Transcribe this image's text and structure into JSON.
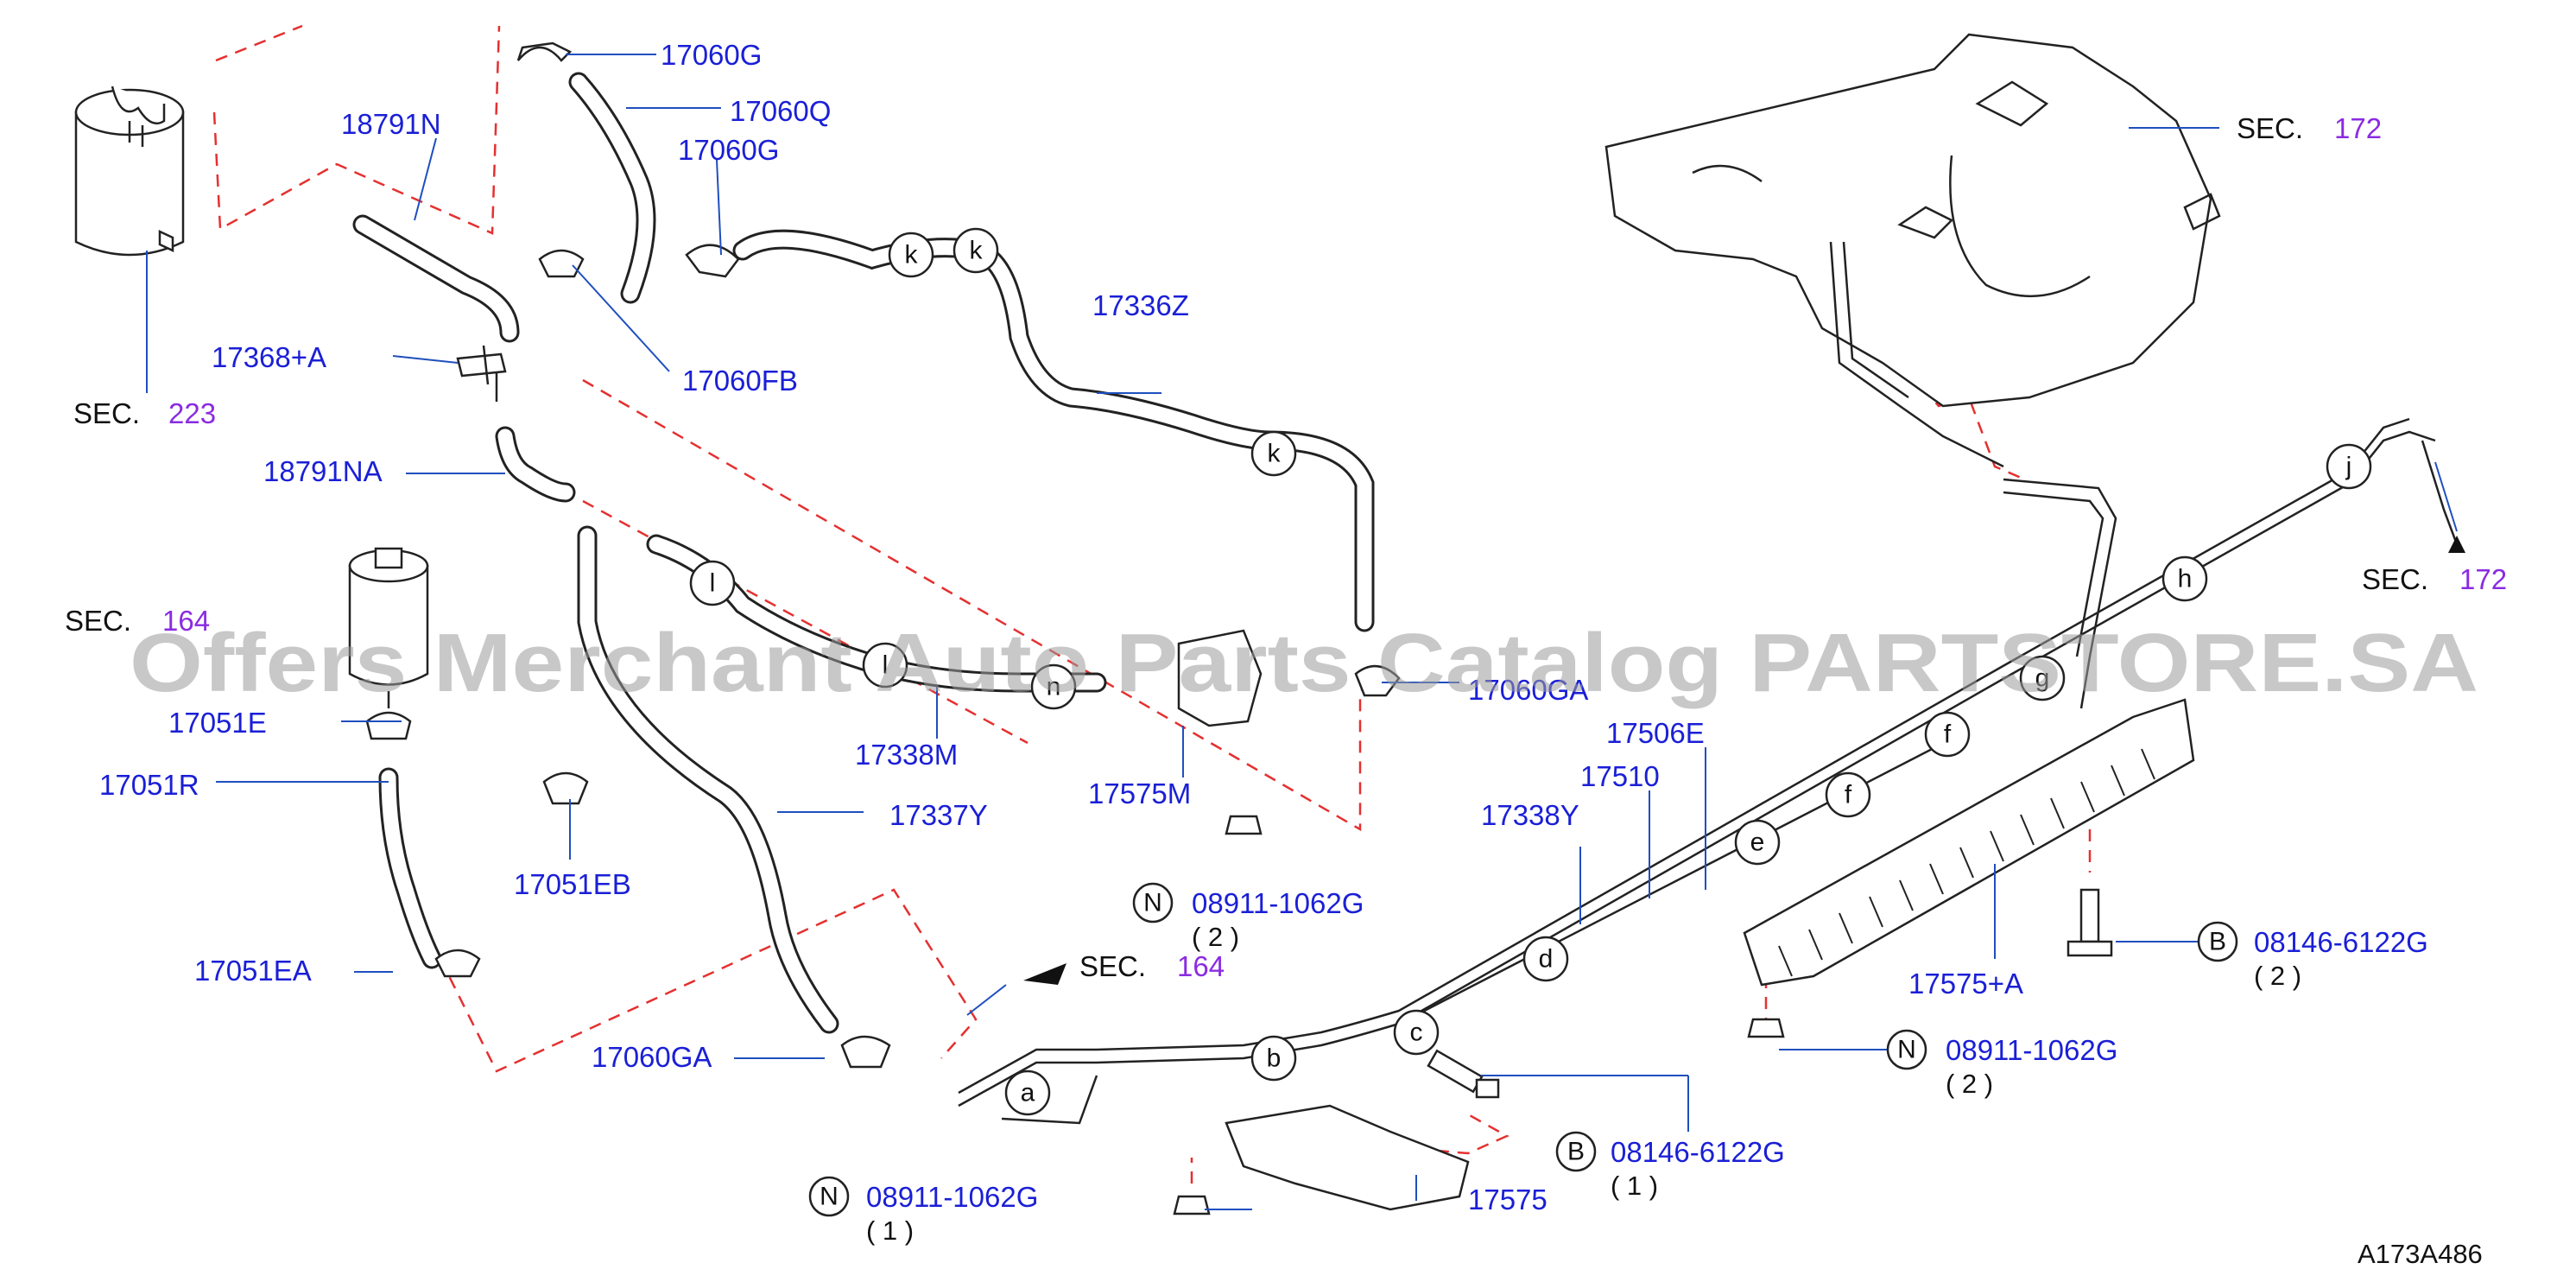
{
  "part_labels": {
    "p17060G_top": "17060G",
    "p17060Q": "17060Q",
    "p17060G_mid": "17060G",
    "p18791N": "18791N",
    "p17368A": "17368+A",
    "p17060FB": "17060FB",
    "p18791NA": "18791NA",
    "p17336Z": "17336Z",
    "p17051E": "17051E",
    "p17051R": "17051R",
    "p17051EB": "17051EB",
    "p17051EA": "17051EA",
    "p17338M": "17338M",
    "p17575M": "17575M",
    "p17060GA_right": "17060GA",
    "p17337Y": "17337Y",
    "p17060GA_left": "17060GA",
    "p17506E": "17506E",
    "p17510": "17510",
    "p17338Y": "17338Y",
    "p17575A": "17575+A",
    "p17575": "17575"
  },
  "fasteners": {
    "n_mid": {
      "prefix": "N",
      "part": "08911-1062G",
      "qty": "( 2 )"
    },
    "n_bottom": {
      "prefix": "N",
      "part": "08911-1062G",
      "qty": "( 1 )"
    },
    "b_right": {
      "prefix": "B",
      "part": "08146-6122G",
      "qty": "( 2 )"
    },
    "n_right": {
      "prefix": "N",
      "part": "08911-1062G",
      "qty": "( 2 )"
    },
    "b_bottom": {
      "prefix": "B",
      "part": "08146-6122G",
      "qty": "( 1 )"
    }
  },
  "section_refs": {
    "sec_prefix": "SEC.",
    "sec223": "223",
    "sec164_left": "164",
    "sec164_mid": "164",
    "sec172_tank": "172",
    "sec172_right": "172"
  },
  "connection_letters": {
    "a": "a",
    "b": "b",
    "c": "c",
    "d": "d",
    "e": "e",
    "f": "f",
    "f2": "f",
    "g": "g",
    "h": "h",
    "j": "j",
    "k1": "k",
    "k2": "k",
    "k3": "k",
    "l1": "l",
    "l2": "l",
    "n": "n"
  },
  "watermark": "Offers Merchant Auto Parts Catalog PARTSTORE.SA",
  "diagram_ref": "A173A486",
  "colors": {
    "part_number": "#1a1fd6",
    "section_number": "#8a2be2",
    "leader": "#1f4fbf",
    "phantom": "#e53030"
  }
}
